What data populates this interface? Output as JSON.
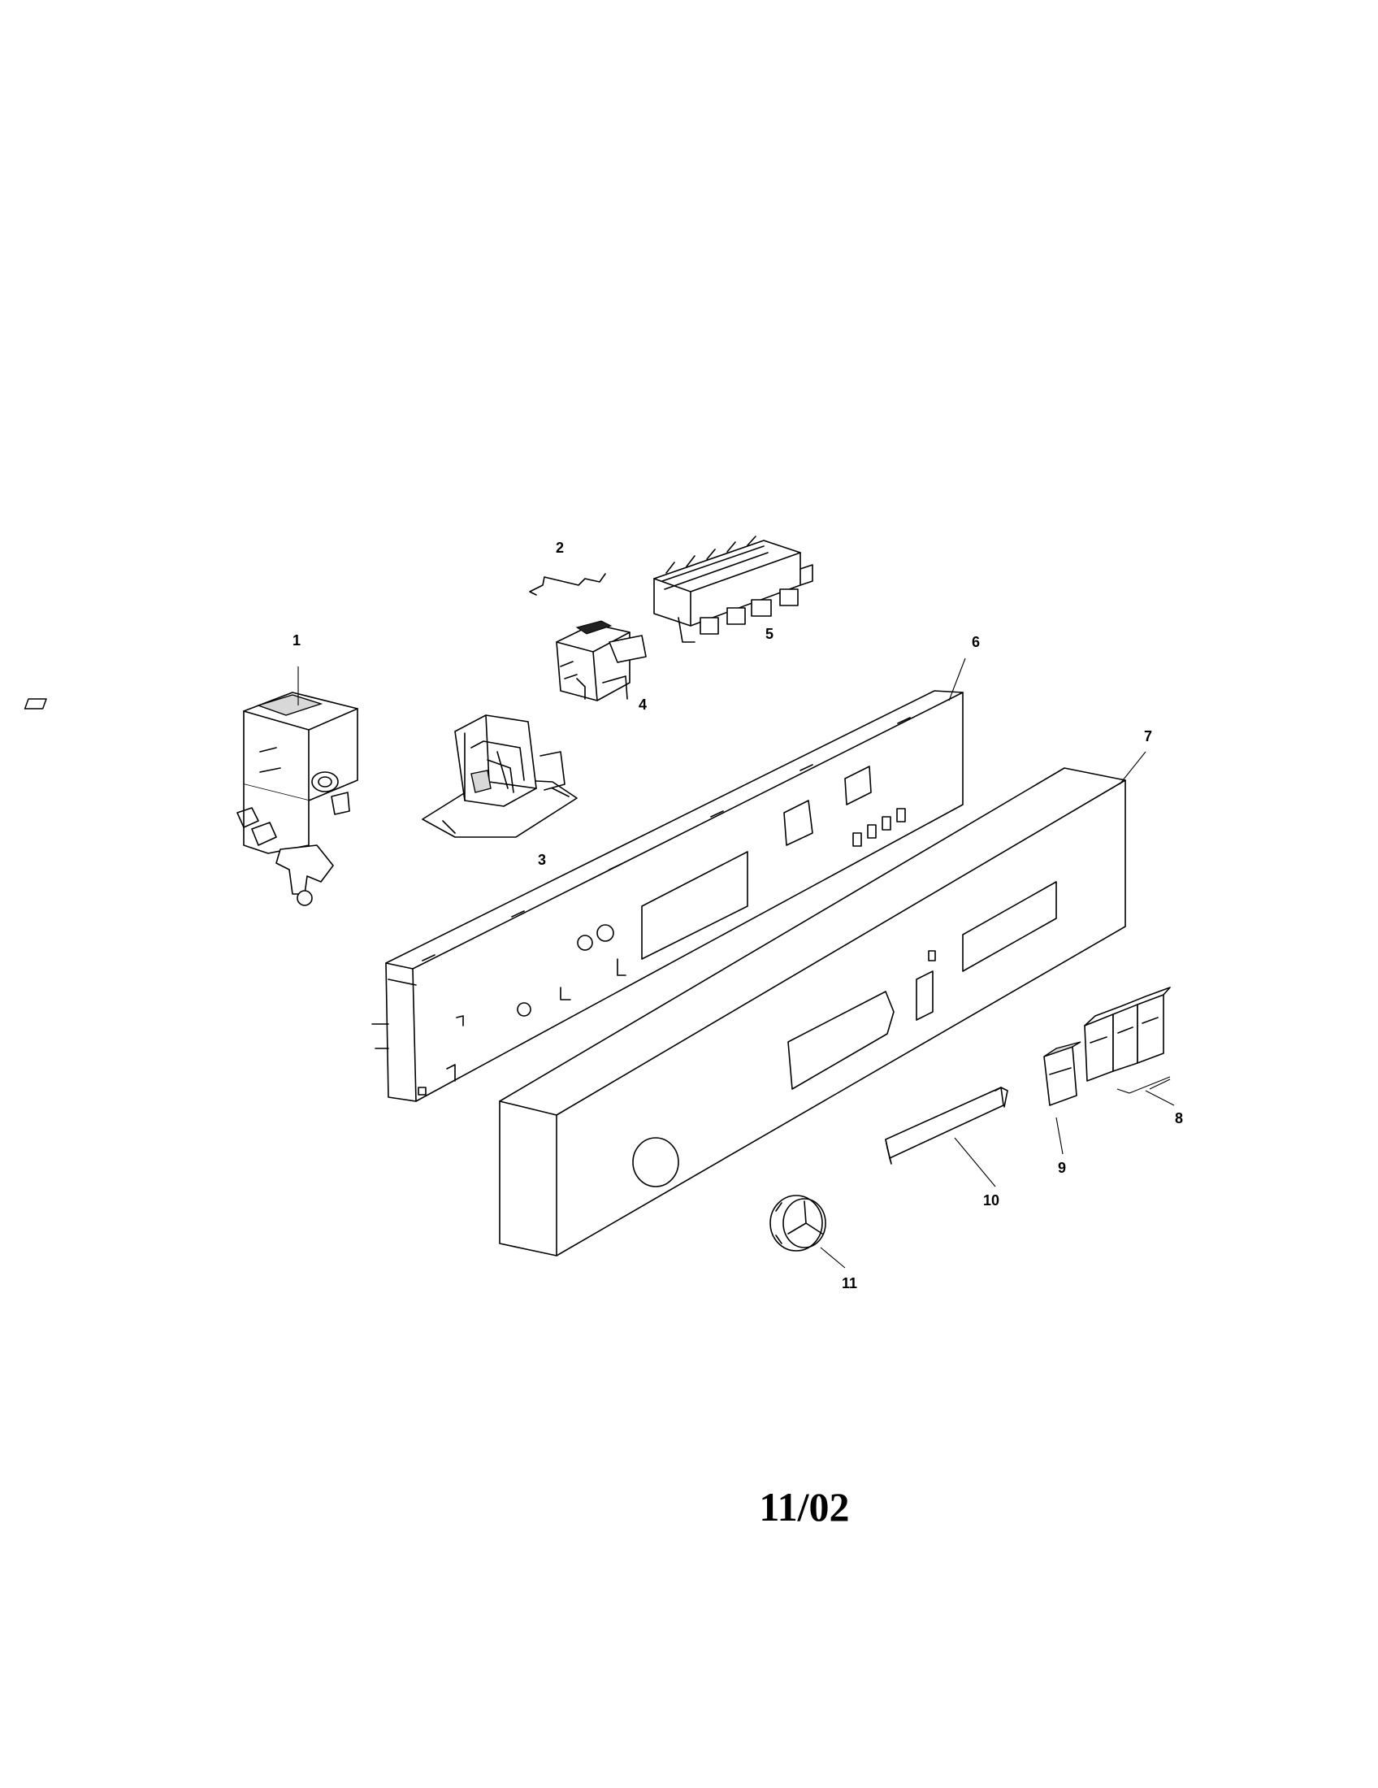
{
  "callouts": [
    {
      "id": "1",
      "label": "1"
    },
    {
      "id": "2",
      "label": "2"
    },
    {
      "id": "3",
      "label": "3"
    },
    {
      "id": "4",
      "label": "4"
    },
    {
      "id": "5",
      "label": "5"
    },
    {
      "id": "6",
      "label": "6"
    },
    {
      "id": "7",
      "label": "7"
    },
    {
      "id": "8",
      "label": "8"
    },
    {
      "id": "9",
      "label": "9"
    },
    {
      "id": "10",
      "label": "10"
    },
    {
      "id": "11",
      "label": "11"
    }
  ],
  "footer": {
    "date": "11/02"
  },
  "colors": {
    "line": "#000000",
    "background": "#ffffff"
  }
}
